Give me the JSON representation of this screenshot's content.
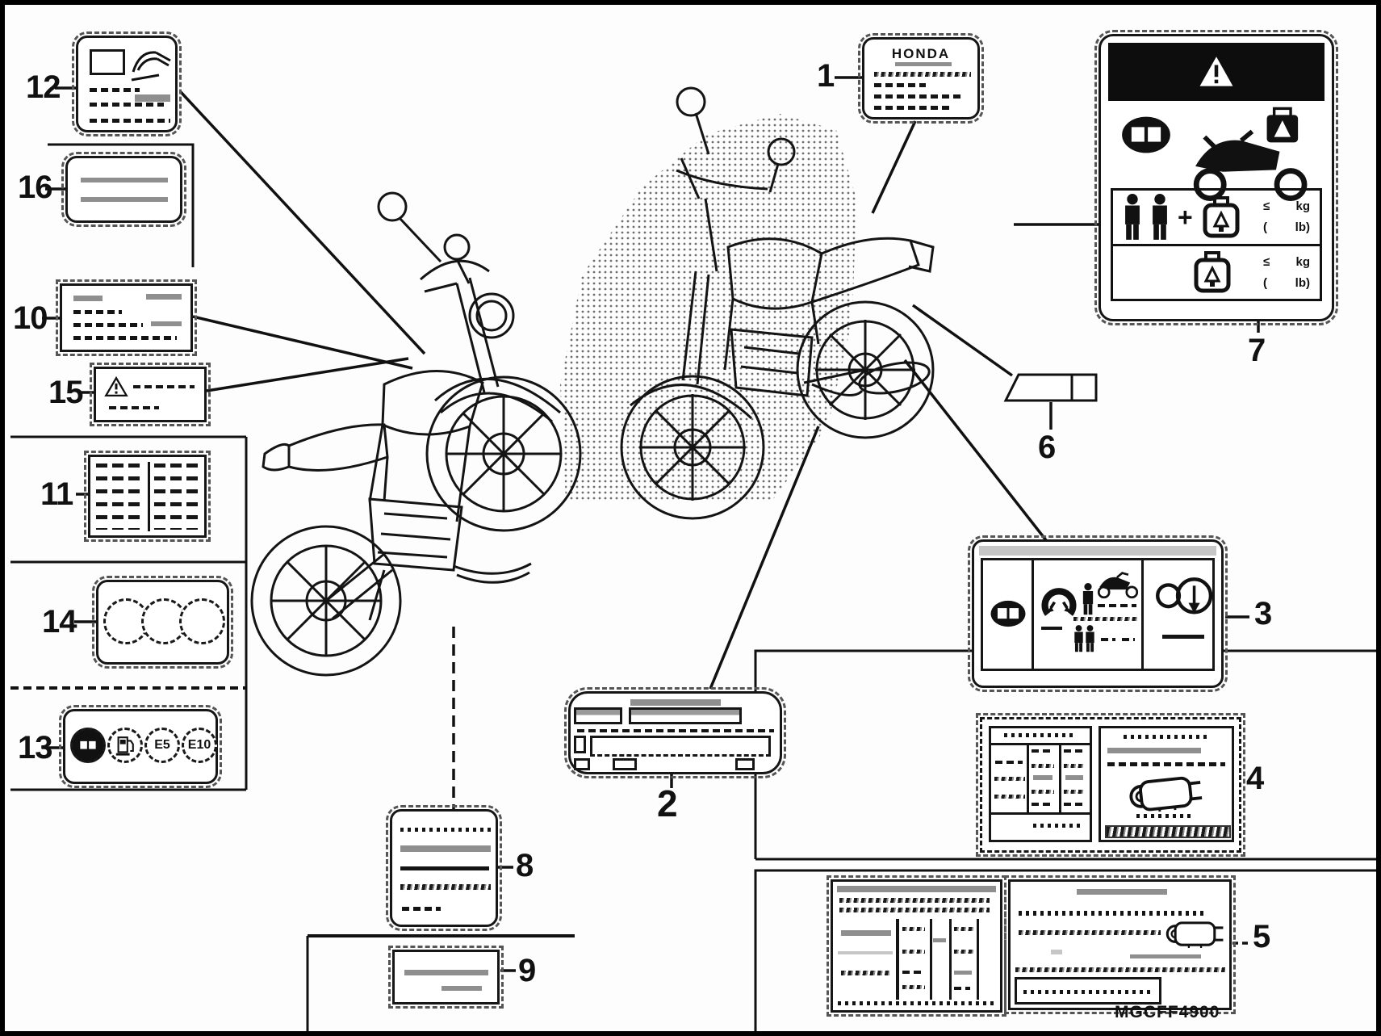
{
  "page": {
    "part_code": "MGCFF4900"
  },
  "colors": {
    "ink": "#141414",
    "gray": "#8f8f8f",
    "light_gray": "#c6c6c6"
  },
  "callouts": {
    "c1": "1",
    "c2": "2",
    "c3": "3",
    "c4": "4",
    "c5": "5",
    "c6": "6",
    "c7": "7",
    "c8": "8",
    "c9": "9",
    "c10": "10",
    "c11": "11",
    "c12": "12",
    "c13": "13",
    "c14": "14",
    "c15": "15",
    "c16": "16"
  },
  "honda_label": {
    "brand": "HONDA"
  },
  "fuel_label": {
    "e5": "E5",
    "e10": "E10"
  },
  "load_label": {
    "plus": "+",
    "rows": [
      {
        "le": "≤",
        "kg": "kg",
        "paren": "(",
        "lb": "lb)"
      },
      {
        "le": "≤",
        "kg": "kg",
        "paren": "(",
        "lb": "lb)"
      }
    ]
  }
}
